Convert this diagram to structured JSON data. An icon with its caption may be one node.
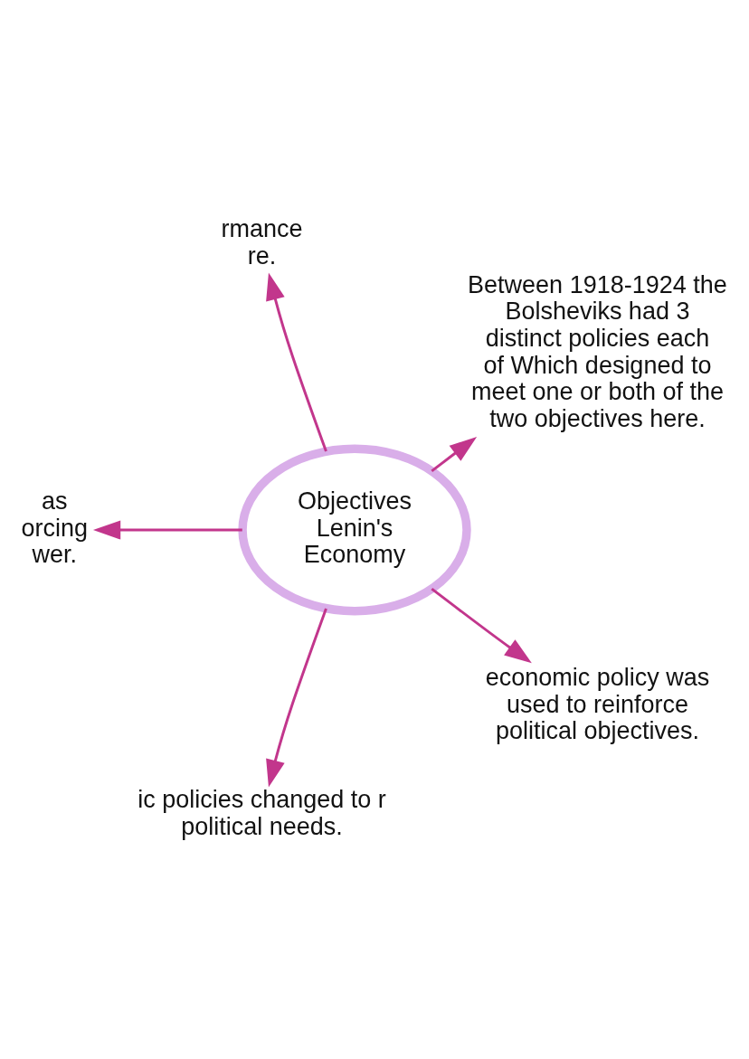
{
  "diagram": {
    "nodes": [
      {
        "text": [
          "rmance re."
        ]
      },
      {
        "text": [
          "Between 1918-1924 the Bolsheviks had 3 distinct policies each of Which designed to meet one or both of the two objectives here."
        ]
      },
      {
        "text": [
          "as orcing wer."
        ]
      },
      {
        "text": [
          "Objectives Lenin's Economy"
        ]
      },
      {
        "text": [
          "economic policy was used to reinforce political objectives."
        ]
      },
      {
        "text": [
          "ic policies changed to r political needs."
        ]
      }
    ],
    "edges": [
      {
        "from": 3,
        "to": 0,
        "arrow": "to"
      },
      {
        "from": 3,
        "to": 1,
        "arrow": "to"
      },
      {
        "from": 3,
        "to": 2,
        "arrow": "to"
      },
      {
        "from": 3,
        "to": 5,
        "arrow": "to"
      },
      {
        "from": 3,
        "to": 4,
        "arrow": "to"
      }
    ]
  }
}
